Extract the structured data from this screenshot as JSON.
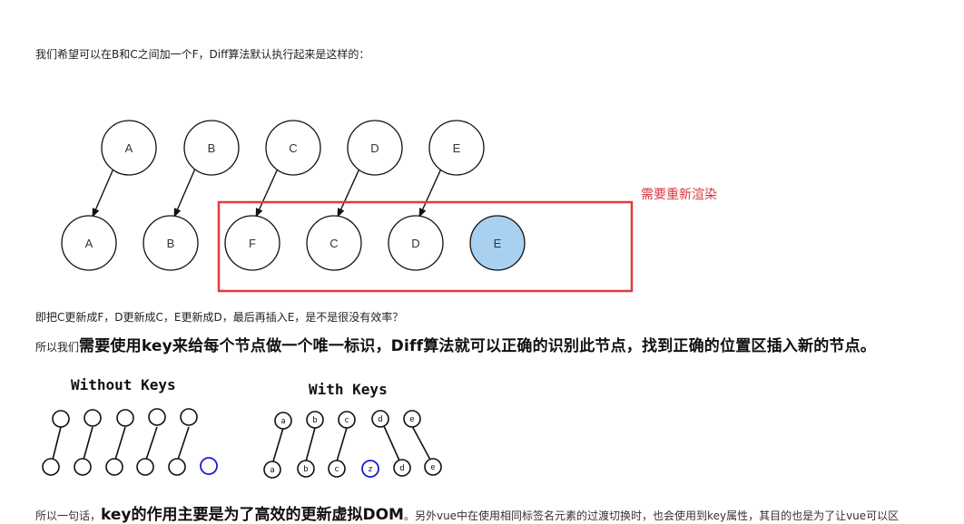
{
  "text": {
    "intro": "我们希望可以在B和C之间加一个F，Diff算法默认执行起来是这样的：",
    "explain": "即把C更新成F，D更新成C，E更新成D，最后再插入E，是不是很没有效率？",
    "conclusion_prefix": "所以我们",
    "conclusion_bold": "需要使用key来给每个节点做一个唯一标识，Diff算法就可以正确的识别此节点，找到正确的位置区插入新的节点。",
    "bottom_prefix": "所以一句话，",
    "bottom_bold": "key的作用主要是为了高效的更新虚拟DOM",
    "bottom_suffix": "。另外vue中在使用相同标签名元素的过渡切换时，也会使用到key属性，其目的也是为了让vue可以区"
  },
  "diagram": {
    "top_nodes": [
      "A",
      "B",
      "C",
      "D",
      "E"
    ],
    "bottom_nodes": [
      "A",
      "B",
      "F",
      "C",
      "D",
      "E"
    ],
    "highlight_node": "E",
    "annotation": "需要重新渲染",
    "colors": {
      "highlight_fill": "#a8d0f0",
      "box_stroke": "#e03a3e",
      "annotation": "#d9363e"
    }
  },
  "sketch": {
    "without_title": "Without Keys",
    "with_title": "With Keys",
    "with_top_labels": [
      "a",
      "b",
      "c",
      "d",
      "e"
    ],
    "with_bottom_labels": [
      "a",
      "b",
      "c",
      "z",
      "d",
      "e"
    ],
    "new_node_color": "#1a1ad6"
  }
}
